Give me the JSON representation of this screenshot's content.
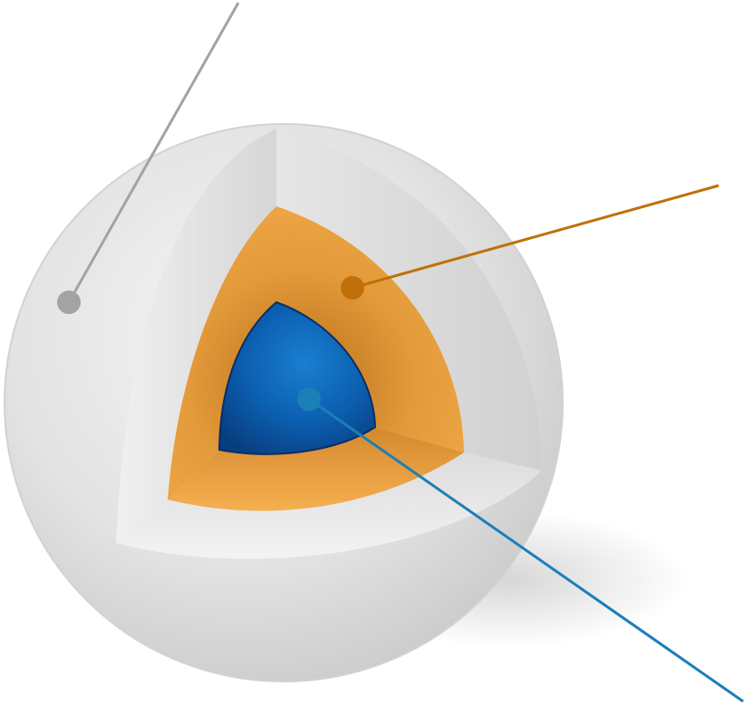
{
  "diagram": {
    "kind": "planet-interior-cutaway",
    "layers": [
      {
        "name": "outer-shell",
        "color": "#d9d9d9",
        "pointer_color": "#a3a3a3"
      },
      {
        "name": "middle-layer",
        "color": "#f0a53e",
        "pointer_color": "#c0700a"
      },
      {
        "name": "core",
        "color": "#0b5fb0",
        "pointer_color": "#1b7fb8"
      }
    ]
  }
}
